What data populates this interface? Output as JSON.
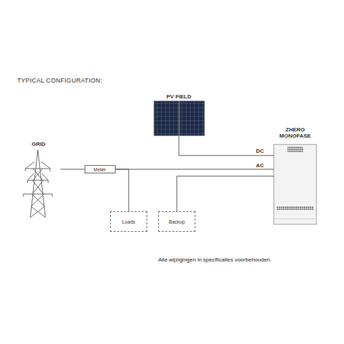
{
  "diagram": {
    "title": "TYPICAL CONFIGURATION:",
    "caption": "Alle wijzigingen in specificaties voorbehouden.",
    "nodes": [
      {
        "text": [
          "PV FIELD"
        ]
      },
      {
        "text": [
          "ZHERO MONOFASE"
        ]
      },
      {
        "text": [
          "GRID"
        ]
      },
      {
        "text": [
          "Meter"
        ]
      },
      {
        "text": [
          "Loads"
        ]
      },
      {
        "text": [
          "Backup"
        ]
      }
    ],
    "edges": [
      {
        "from": 2,
        "to": 3,
        "arrow": "none"
      },
      {
        "from": 3,
        "to": 1,
        "label": "AC",
        "arrow": "none"
      },
      {
        "from": 3,
        "to": 4,
        "arrow": "none"
      },
      {
        "from": 0,
        "to": 1,
        "label": "DC",
        "arrow": "none"
      },
      {
        "from": 1,
        "to": 5,
        "arrow": "none"
      }
    ]
  }
}
